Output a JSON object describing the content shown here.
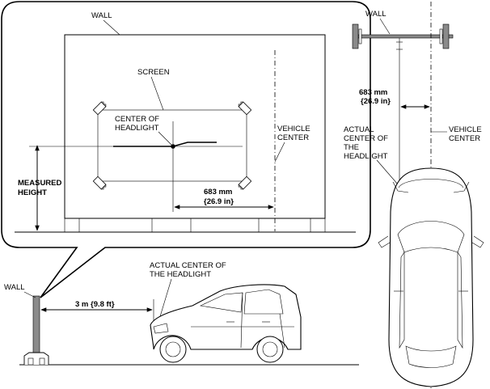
{
  "labels": {
    "wall_callout": "WALL",
    "screen": "SCREEN",
    "center_headlight_1": "CENTER OF",
    "center_headlight_2": "HEADLIGHT",
    "vehicle_center_1": "VEHICLE",
    "vehicle_center_2": "CENTER",
    "measured_height_1": "MEASURED",
    "measured_height_2": "HEIGHT",
    "dim_683": "683 mm",
    "dim_269": "{26.9 in}",
    "wall_top": "WALL",
    "top_dim_683": "683 mm",
    "top_dim_269": "{26.9 in}",
    "actual_center_1": "ACTUAL",
    "actual_center_2": "CENTER OF",
    "actual_center_3": "THE",
    "actual_center_4": "HEADLIGHT",
    "top_vehicle_center_1": "VEHICLE",
    "top_vehicle_center_2": "CENTER",
    "side_actual_1": "ACTUAL CENTER OF",
    "side_actual_2": "THE HEADLIGHT",
    "wall_side": "WALL",
    "distance": "3 m {9.8 ft}"
  }
}
